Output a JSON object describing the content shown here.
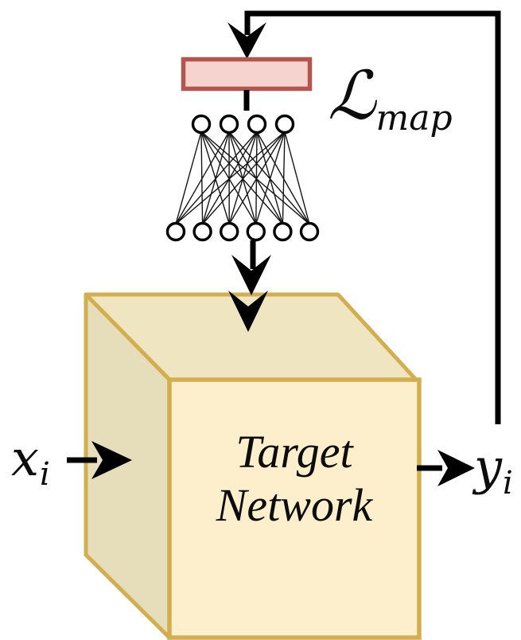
{
  "diagram": {
    "type": "neural-architecture-diagram",
    "description": "Mapper network producing parameters fed into a target network with feedback loop"
  },
  "labels": {
    "loss": {
      "main": "ℒ",
      "sub": "map"
    },
    "input": {
      "main": "x",
      "sub": "i"
    },
    "output": {
      "main": "y",
      "sub": "i"
    },
    "target_box": {
      "line1": "Target",
      "line2": "Network"
    }
  },
  "network": {
    "top_nodes": 4,
    "bottom_nodes": 6,
    "fully_connected": true
  },
  "colors": {
    "embedding_fill": "#F6D3CF",
    "embedding_border": "#B3564F",
    "cube_front": "#FDEFCB",
    "cube_top": "#F0E5C1",
    "cube_side": "#E6DDBA",
    "cube_edge": "#D2AE50",
    "line": "#000000",
    "background": "#FFFFFF"
  }
}
